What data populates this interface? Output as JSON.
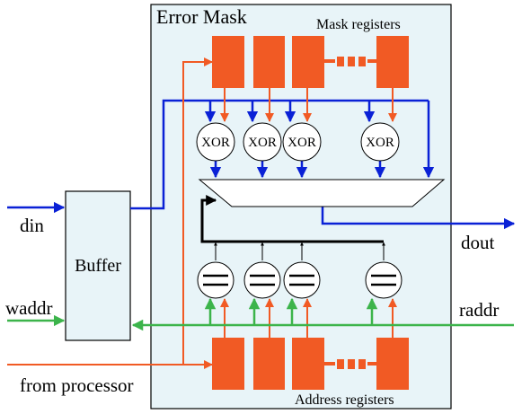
{
  "colors": {
    "panel_fill": "#e8f4f8",
    "register": "#f15a24",
    "data_bus": "#0a21d6",
    "address_bus": "#3cb44b",
    "control_line": "#000000"
  },
  "error_mask": {
    "title": "Error Mask",
    "mask_registers_label": "Mask registers",
    "address_registers_label": "Address registers",
    "xor_label": "XOR",
    "xor_count": 4,
    "comparator_count": 4
  },
  "buffer": {
    "label": "Buffer"
  },
  "signals": {
    "din": "din",
    "waddr": "waddr",
    "from_processor": "from processor",
    "dout": "dout",
    "raddr": "raddr"
  }
}
